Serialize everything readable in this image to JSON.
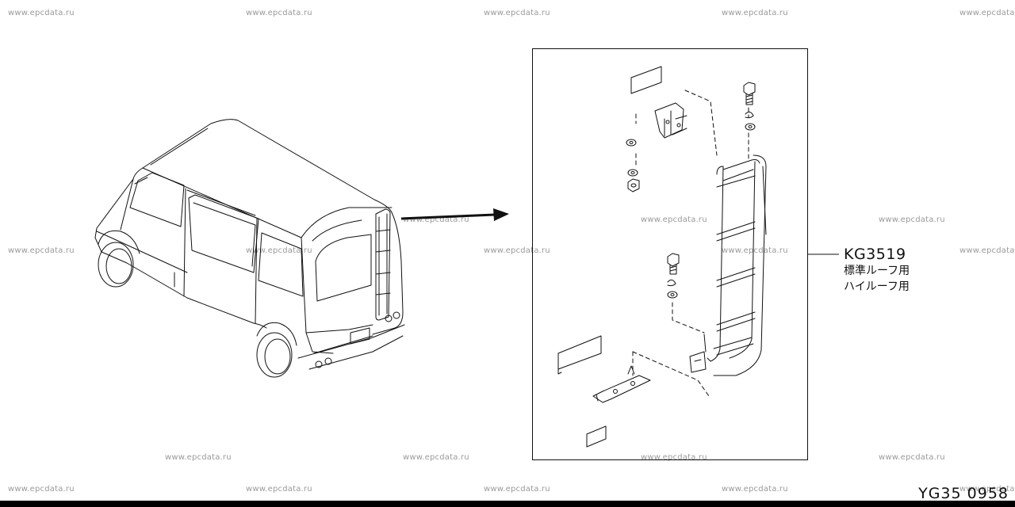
{
  "watermark": {
    "text": "www.epcdata.ru"
  },
  "callout": {
    "part_code": "KG3519",
    "note_1": "標準ルーフ用",
    "note_2": "ハイルーフ用"
  },
  "sheet_code": "YG35  0958",
  "colors": {
    "line": "#111111",
    "watermark": "#9a9a9a",
    "background": "#ffffff"
  }
}
